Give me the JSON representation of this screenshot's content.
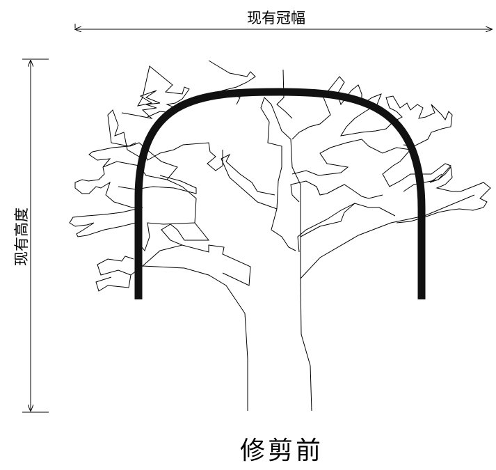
{
  "labels": {
    "crown_width": "现有冠幅",
    "height": "现有高度",
    "caption": "修剪前"
  },
  "colors": {
    "line": "#000000",
    "background": "#ffffff",
    "arch": "#111111"
  }
}
